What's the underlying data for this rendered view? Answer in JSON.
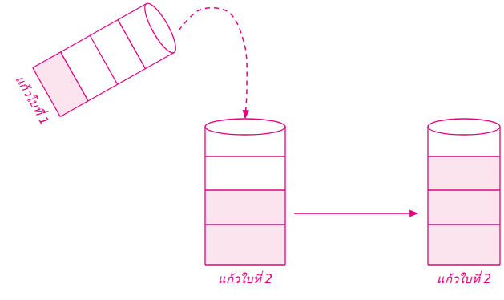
{
  "diagram": {
    "nodes": [
      {
        "text": [
          "แก้วใบที่ 1"
        ]
      },
      {
        "text": [
          "แก้วใบที่ 2"
        ]
      },
      {
        "text": [
          "แก้วใบที่ 2"
        ]
      }
    ],
    "edges": [
      {
        "from": 0,
        "to": 1,
        "arrow": "to"
      },
      {
        "from": 1,
        "to": 2,
        "arrow": "to"
      }
    ]
  }
}
